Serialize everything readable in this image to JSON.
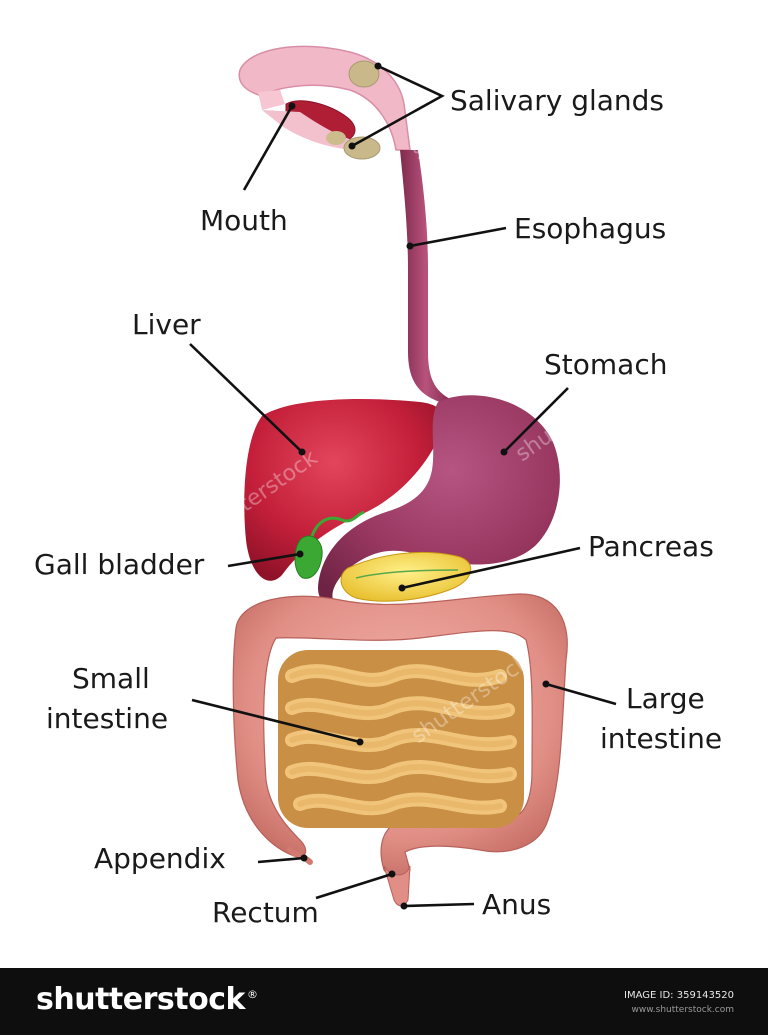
{
  "labels": {
    "salivary_glands": "Salivary glands",
    "mouth": "Mouth",
    "esophagus": "Esophagus",
    "liver": "Liver",
    "stomach": "Stomach",
    "gall_bladder": "Gall bladder",
    "pancreas": "Pancreas",
    "small_intestine_line1": "Small",
    "small_intestine_line2": "intestine",
    "large_intestine_line1": "Large",
    "large_intestine_line2": "intestine",
    "appendix": "Appendix",
    "rectum": "Rectum",
    "anus": "Anus"
  },
  "watermark": {
    "text": "shutterstock"
  },
  "footer": {
    "brand": "shutterstock",
    "brand_mark": "®",
    "image_id": "IMAGE ID: 359143520",
    "url": "www.shutterstock.com"
  },
  "colors": {
    "mouth_palate": "#f1b8c8",
    "tongue": "#b01e35",
    "esophagus": "#9c3c62",
    "liver": "#c41f3a",
    "stomach": "#983760",
    "gallbladder": "#3aa832",
    "pancreas": "#f0cf3a",
    "small_intestine": "#d9a55a",
    "large_intestine": "#e18f86",
    "salivary_gland": "#c9b98a",
    "footer_bg": "#0e0e0e"
  }
}
